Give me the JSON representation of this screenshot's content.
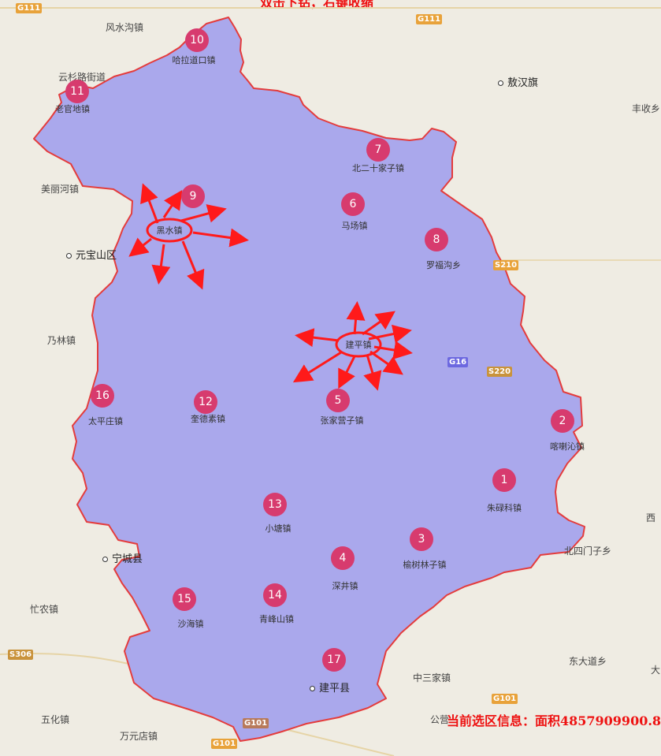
{
  "top_title": "双击下钻，右键收缩",
  "info_text": "当前选区信息：面积4857909900.8",
  "colors": {
    "region_fill": "#aaa8ec",
    "region_border": "#e43c3c",
    "marker": "#d73b6e",
    "arrow": "#ff1a1a"
  },
  "markers": [
    {
      "num": "1",
      "name": "朱碌科镇"
    },
    {
      "num": "2",
      "name": "喀喇沁镇"
    },
    {
      "num": "3",
      "name": "榆树林子镇"
    },
    {
      "num": "4",
      "name": "深井镇"
    },
    {
      "num": "5",
      "name": "张家营子镇"
    },
    {
      "num": "6",
      "name": "马场镇"
    },
    {
      "num": "7",
      "name": "北二十家子镇"
    },
    {
      "num": "8",
      "name": "罗福沟乡"
    },
    {
      "num": "9",
      "name": ""
    },
    {
      "num": "10",
      "name": "哈拉道口镇"
    },
    {
      "num": "11",
      "name": "老官地镇"
    },
    {
      "num": "12",
      "name": "奎德素镇"
    },
    {
      "num": "13",
      "name": "小塘镇"
    },
    {
      "num": "14",
      "name": "青峰山镇"
    },
    {
      "num": "15",
      "name": "沙海镇"
    },
    {
      "num": "16",
      "name": "太平庄镇"
    },
    {
      "num": "17",
      "name": ""
    }
  ],
  "hubs": [
    {
      "name": "黑水镇"
    },
    {
      "name": "建平镇"
    }
  ],
  "places": [
    {
      "name": "风水沟镇"
    },
    {
      "name": "云杉路街道"
    },
    {
      "name": "敖汉旗"
    },
    {
      "name": "丰收乡"
    },
    {
      "name": "美丽河镇"
    },
    {
      "name": "元宝山区"
    },
    {
      "name": "乃林镇"
    },
    {
      "name": "宁城县"
    },
    {
      "name": "忙农镇"
    },
    {
      "name": "五化镇"
    },
    {
      "name": "万元店镇"
    },
    {
      "name": "中三家镇"
    },
    {
      "name": "公营"
    },
    {
      "name": "东大道乡"
    },
    {
      "name": "北四门子乡"
    },
    {
      "name": "西"
    },
    {
      "name": "大"
    },
    {
      "name": "建平县"
    }
  ],
  "roads": [
    {
      "label": "G111"
    },
    {
      "label": "G111"
    },
    {
      "label": "S210"
    },
    {
      "label": "G16"
    },
    {
      "label": "S220"
    },
    {
      "label": "S306"
    },
    {
      "label": "G101"
    },
    {
      "label": "G101"
    },
    {
      "label": "G101"
    }
  ]
}
